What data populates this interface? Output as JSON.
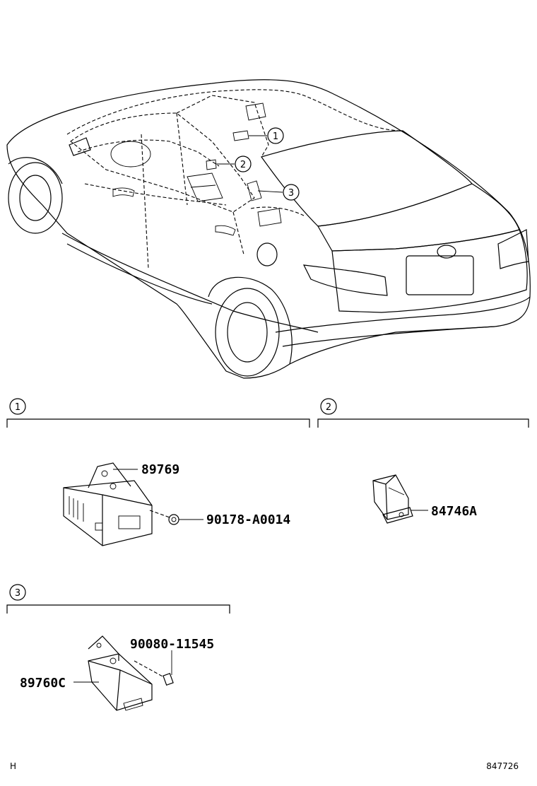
{
  "callouts": {
    "c1": "1",
    "c2": "2",
    "c3": "3"
  },
  "sections": {
    "s1": {
      "label": "1",
      "parts": {
        "bracket": "89769",
        "nut": "90178-A0014"
      }
    },
    "s2": {
      "label": "2",
      "parts": {
        "switch": "84746A"
      }
    },
    "s3": {
      "label": "3",
      "parts": {
        "bolt": "90080-11545",
        "module": "89760C"
      }
    }
  },
  "footer": {
    "left": "H",
    "right": "847726"
  }
}
